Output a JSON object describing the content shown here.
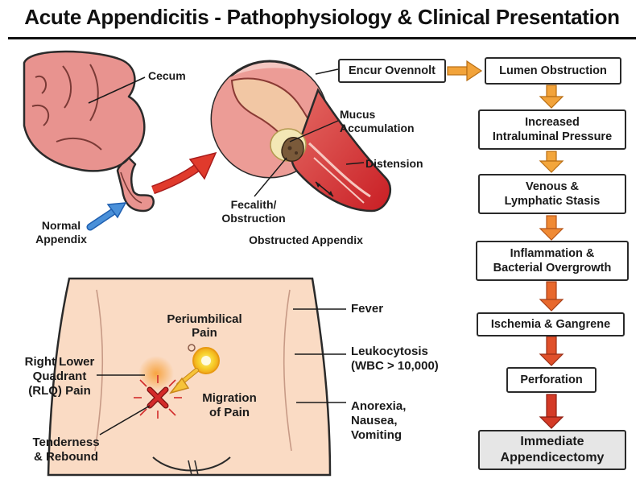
{
  "title": "Acute Appendicitis - Pathophysiology & Clinical Presentation",
  "anatomy": {
    "cecum": "Cecum",
    "normal_appendix": "Normal\nAppendix",
    "mucus": "Mucus\nAccumulation",
    "distension": "Distension",
    "fecalith": "Fecalith/\nObstruction",
    "obstructed_appendix": "Obstructed Appendix"
  },
  "flow": {
    "start": "Encur Ovennolt",
    "steps": [
      "Lumen Obstruction",
      "Increased\nIntraluminal Pressure",
      "Venous &\nLymphatic Stasis",
      "Inflammation &\nBacterial Overgrowth",
      "Ischemia & Gangrene",
      "Perforation",
      "Immediate\nAppendicectomy"
    ]
  },
  "body_labels": {
    "periumbilical": "Periumbilical\nPain",
    "rlq": "Right Lower\nQuadrant\n(RLQ) Pain",
    "migration": "Migration\nof Pain",
    "tenderness": "Tenderness\n& Rebound",
    "fever": "Fever",
    "leukocytosis": "Leukocytosis\n(WBC > 10,000)",
    "anorexia": "Anorexia,\nNausea,\nVomiting"
  },
  "colors": {
    "skin": "#fadbc4",
    "tissue": "#e8938f",
    "inflamed": "#d8262c",
    "arrow_orange": "#f2a33a",
    "arrow_red": "#d93a2a",
    "pain_yellow": "#f5c518"
  }
}
